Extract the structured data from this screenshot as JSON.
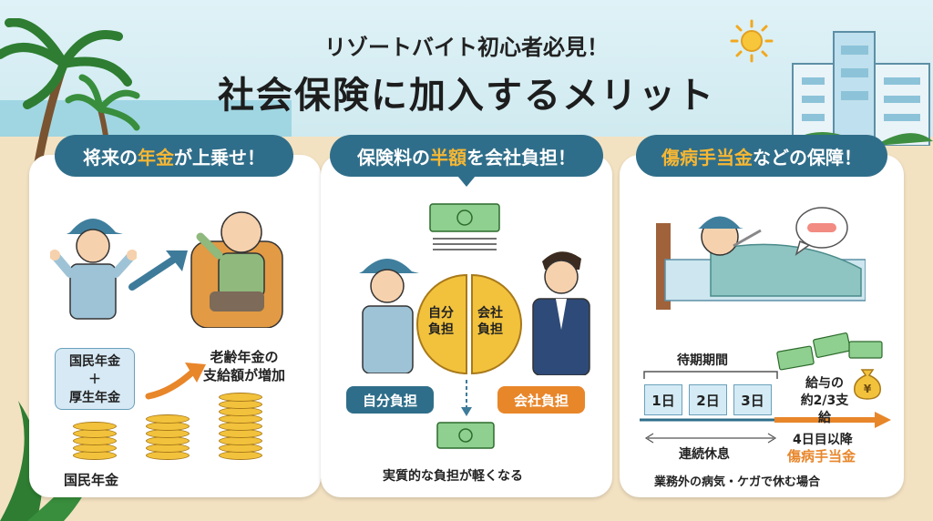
{
  "header": {
    "subtitle": "リゾートバイト初心者必見！",
    "title": "社会保険に加入するメリット"
  },
  "panel1": {
    "heading_pre": "将来の",
    "heading_hl": "年金",
    "heading_post": "が上乗せ！",
    "box_line1": "国民年金",
    "box_plus": "＋",
    "box_line2": "厚生年金",
    "increase_line1": "老齢年金の",
    "increase_line2": "支給額が増加",
    "bottom_label": "国民年金"
  },
  "panel2": {
    "heading_pre": "保険料の",
    "heading_hl": "半額",
    "heading_post": "を会社負担！",
    "coin_left_1": "自分",
    "coin_left_2": "負担",
    "coin_right_1": "会社",
    "coin_right_2": "負担",
    "tag_self": "自分負担",
    "tag_company": "会社負担",
    "bottom_label": "実質的な負担が軽くなる"
  },
  "panel3": {
    "heading_hl": "傷病手当金",
    "heading_post": "などの保障！",
    "waiting_label": "待期期間",
    "days": [
      "1日",
      "2日",
      "3日"
    ],
    "pay_line1": "給与の",
    "pay_line2": "約2/3支給",
    "consecutive_label": "連続休息",
    "day4_label": "4日目以降",
    "benefit_label": "傷病手当金",
    "yen_symbol": "¥",
    "footnote": "業務外の病気・ケガで休む場合"
  },
  "colors": {
    "navy": "#2f6e8a",
    "accent_yellow": "#f7b733",
    "orange": "#e8862a",
    "blue_tag": "#2f6e8a"
  }
}
